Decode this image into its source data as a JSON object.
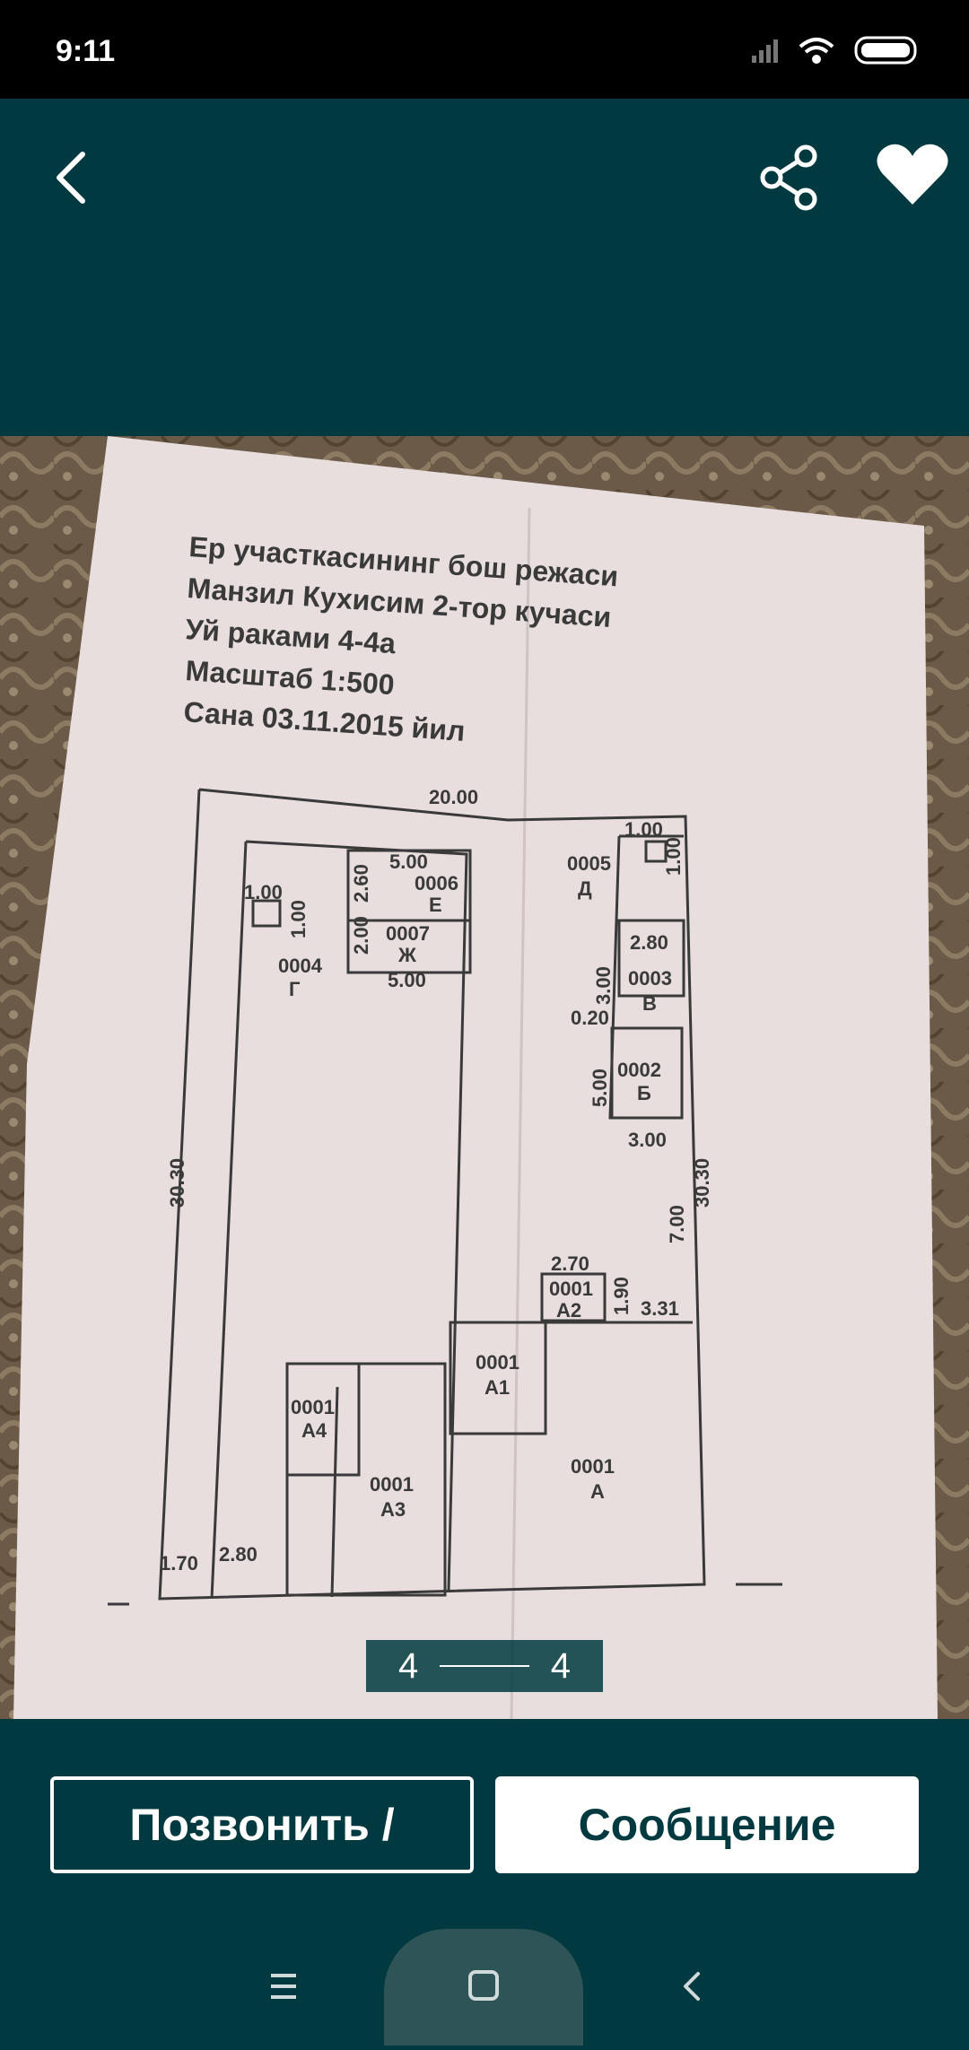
{
  "status": {
    "time": "9:11"
  },
  "toolbar": {
    "back_icon": "back-arrow-icon",
    "share_icon": "share-icon",
    "favorite_icon": "heart-icon"
  },
  "photo": {
    "title_lines": [
      "Ер участкасининг бош режаси",
      "Манзил Кухисим 2-тор кучаси",
      "Уй раками 4-4а",
      "Масштаб 1:500",
      "Сана 03.11.2015 йил"
    ],
    "plan_labels": {
      "top_dim": "20.00",
      "left_dim": "30.30",
      "right_dim": "30.30",
      "d_dim_top": "1.00",
      "d_dim_side": "1.00",
      "d_code": "0005",
      "d_letter": "Д",
      "e_dim_top": "5.00",
      "e_dim_side": "2.60",
      "e_code": "0006",
      "e_letter": "Е",
      "zh_dim_side": "2.00",
      "zh_code": "0007",
      "zh_letter": "Ж",
      "zh_dim_bottom": "5.00",
      "g_dim_top": "1.00",
      "g_dim_side": "1.00",
      "g_code": "0004",
      "g_letter": "Г",
      "v_dim_top": "2.80",
      "v_dim_side": "3.00",
      "v_code": "0003",
      "v_letter": "В",
      "gap_dim": "0.20",
      "b_dim_side": "5.00",
      "b_code": "0002",
      "b_letter": "Б",
      "b_dim_bottom": "3.00",
      "gap2_dim": "7.00",
      "a2_dim_top": "2.70",
      "a2_dim_side": "1.90",
      "a2_code": "0001",
      "a2_letter": "А2",
      "a2_dim_right": "3.31",
      "a1_code": "0001",
      "a1_letter": "А1",
      "a4_code": "0001",
      "a4_letter": "А4",
      "a3_code": "0001",
      "a3_letter": "А3",
      "a_code": "0001",
      "a_letter": "А",
      "bl_dim1": "1.70",
      "bl_dim2": "2.80"
    }
  },
  "pager": {
    "current": "4",
    "total": "4"
  },
  "actions": {
    "call_label": "Позвонить /",
    "message_label": "Сообщение"
  },
  "navbar": {
    "menu_icon": "menu-icon",
    "home_icon": "home-square-icon",
    "back_icon": "nav-back-icon"
  },
  "colors": {
    "primary": "#003a40",
    "paper": "#e6dcdc",
    "fabric": "#6b5a47"
  }
}
